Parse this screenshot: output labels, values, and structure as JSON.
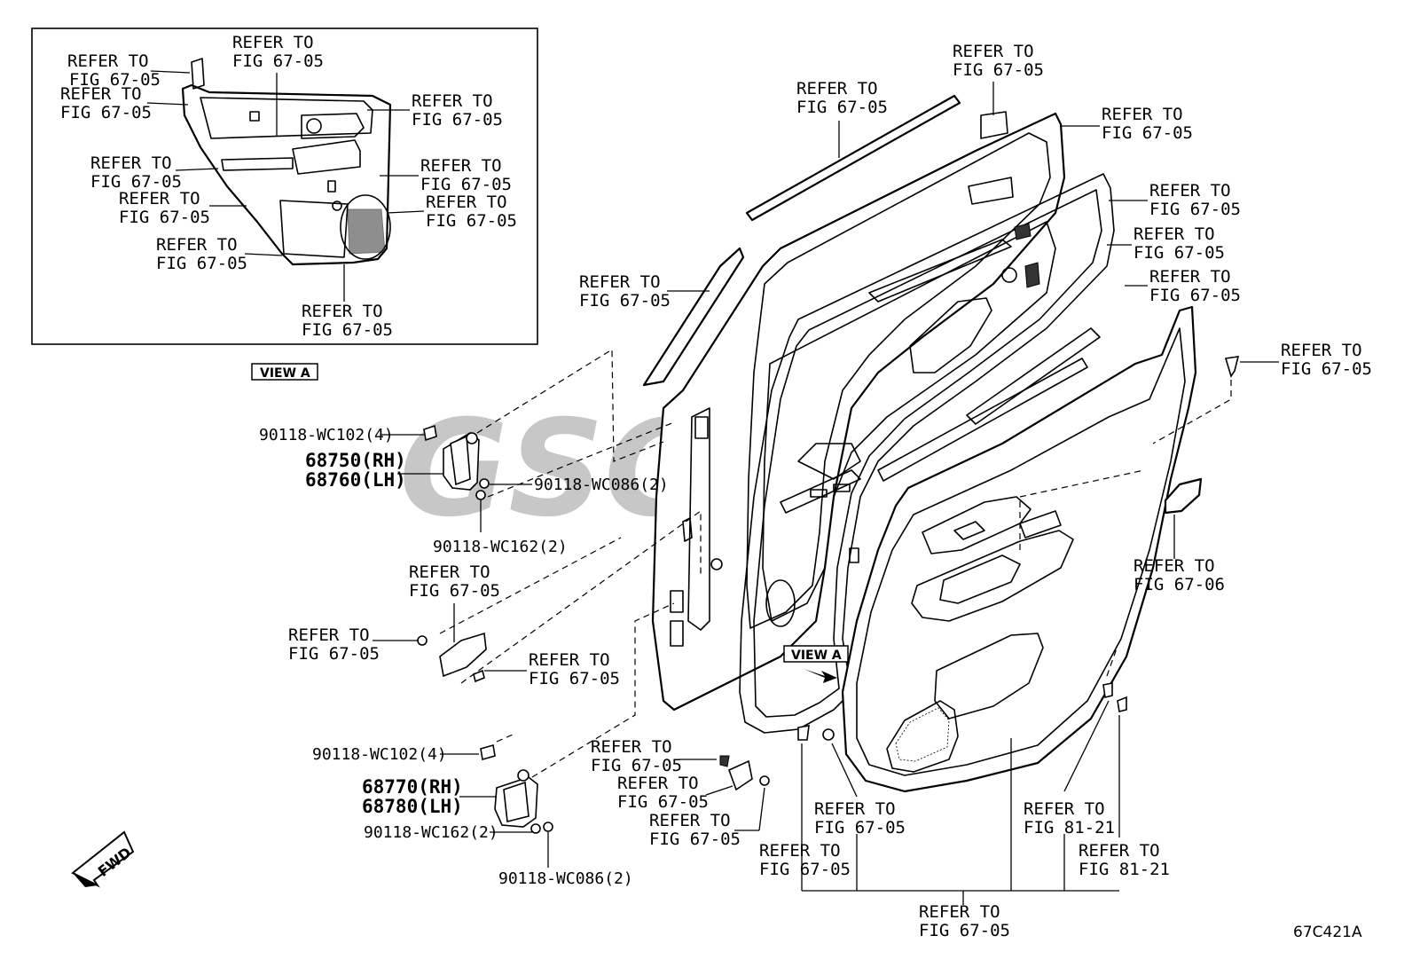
{
  "inset": {
    "refer_labels": [
      {
        "l1": "REFER TO",
        "l2": "FIG 67-05"
      },
      {
        "l1": "REFER TO",
        "l2": "FIG 67-05"
      },
      {
        "l1": "REFER TO",
        "l2": "FIG 67-05"
      },
      {
        "l1": "REFER TO",
        "l2": "FIG 67-05"
      },
      {
        "l1": "REFER TO",
        "l2": "FIG 67-05"
      },
      {
        "l1": "REFER TO",
        "l2": "FIG 67-05"
      },
      {
        "l1": "REFER TO",
        "l2": "FIG 67-05"
      },
      {
        "l1": "REFER TO",
        "l2": "FIG 67-05"
      },
      {
        "l1": "REFER TO",
        "l2": "FIG 67-05"
      },
      {
        "l1": "REFER TO",
        "l2": "FIG 67-05"
      }
    ],
    "view_label": "VIEW A"
  },
  "main": {
    "refer_labels": [
      {
        "l1": "REFER TO",
        "l2": "FIG 67-05"
      },
      {
        "l1": "REFER TO",
        "l2": "FIG 67-05"
      },
      {
        "l1": "REFER TO",
        "l2": "FIG 67-05"
      },
      {
        "l1": "REFER TO",
        "l2": "FIG 67-05"
      },
      {
        "l1": "REFER TO",
        "l2": "FIG 67-05"
      },
      {
        "l1": "REFER TO",
        "l2": "FIG 67-05"
      },
      {
        "l1": "REFER TO",
        "l2": "FIG 67-05"
      },
      {
        "l1": "REFER TO",
        "l2": "FIG 67-05"
      },
      {
        "l1": "REFER TO",
        "l2": "FIG 67-06"
      },
      {
        "l1": "REFER TO",
        "l2": "FIG 67-05"
      },
      {
        "l1": "REFER TO",
        "l2": "FIG 67-05"
      },
      {
        "l1": "REFER TO",
        "l2": "FIG 67-05"
      },
      {
        "l1": "REFER TO",
        "l2": "FIG 67-05"
      },
      {
        "l1": "REFER TO",
        "l2": "FIG 67-05"
      },
      {
        "l1": "REFER TO",
        "l2": "FIG 67-05"
      },
      {
        "l1": "REFER TO",
        "l2": "FIG 67-05"
      },
      {
        "l1": "REFER TO",
        "l2": "FIG 81-21"
      },
      {
        "l1": "REFER TO",
        "l2": "FIG 81-21"
      },
      {
        "l1": "REFER TO",
        "l2": "FIG 67-05"
      }
    ],
    "view_label": "VIEW A"
  },
  "parts": {
    "bolt_upper": "90118-WC102(4)",
    "hinge_upper_rh": "68750(RH)",
    "hinge_upper_lh": "68760(LH)",
    "nut_upper": "90118-WC086(2)",
    "washer_upper": "90118-WC162(2)",
    "bolt_lower": "90118-WC102(4)",
    "hinge_lower_rh": "68770(RH)",
    "hinge_lower_lh": "68780(LH)",
    "washer_lower": "90118-WC162(2)",
    "nut_lower": "90118-WC086(2)"
  },
  "fwd_label": "FWD",
  "figure_code": "67C421A",
  "watermark": "GSGC"
}
